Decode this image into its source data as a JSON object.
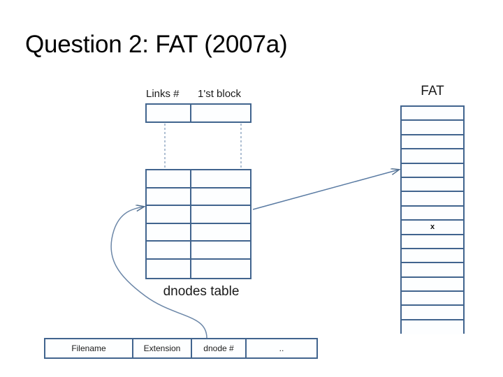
{
  "slide": {
    "title": "Question 2: FAT (2007a)",
    "background": "#ffffff",
    "accent_color": "#41648e",
    "connector_color": "#53708f"
  },
  "detail_row": {
    "labels": {
      "links": "Links #",
      "first_block": "1'st block"
    },
    "cells": [
      "",
      ""
    ]
  },
  "dnodes_table": {
    "caption": "dnodes table",
    "row_count": 6,
    "column_count": 2,
    "rows": [
      [
        "",
        ""
      ],
      [
        "",
        ""
      ],
      [
        "",
        ""
      ],
      [
        "",
        ""
      ],
      [
        "",
        ""
      ],
      [
        "",
        ""
      ]
    ]
  },
  "fat_table": {
    "caption": "FAT",
    "row_count": 16,
    "rows": [
      "",
      "",
      "",
      "",
      "",
      "",
      "",
      "",
      "x",
      "",
      "",
      "",
      "",
      "",
      "",
      ""
    ],
    "marked_row_index": 8,
    "marked_value": "x",
    "pointed_row_index": 4
  },
  "directory_entry": {
    "cells": [
      "Filename",
      "Extension",
      "dnode #",
      ".."
    ]
  },
  "connectors": {
    "dashed_links_label": "links-column-guide",
    "dashed_block_label": "first-block-column-guide",
    "arrow_dnode_to_dnodes_label": "dnode-number-to-dnodes-table",
    "arrow_dnodes_to_fat_label": "dnodes-table-to-fat"
  }
}
